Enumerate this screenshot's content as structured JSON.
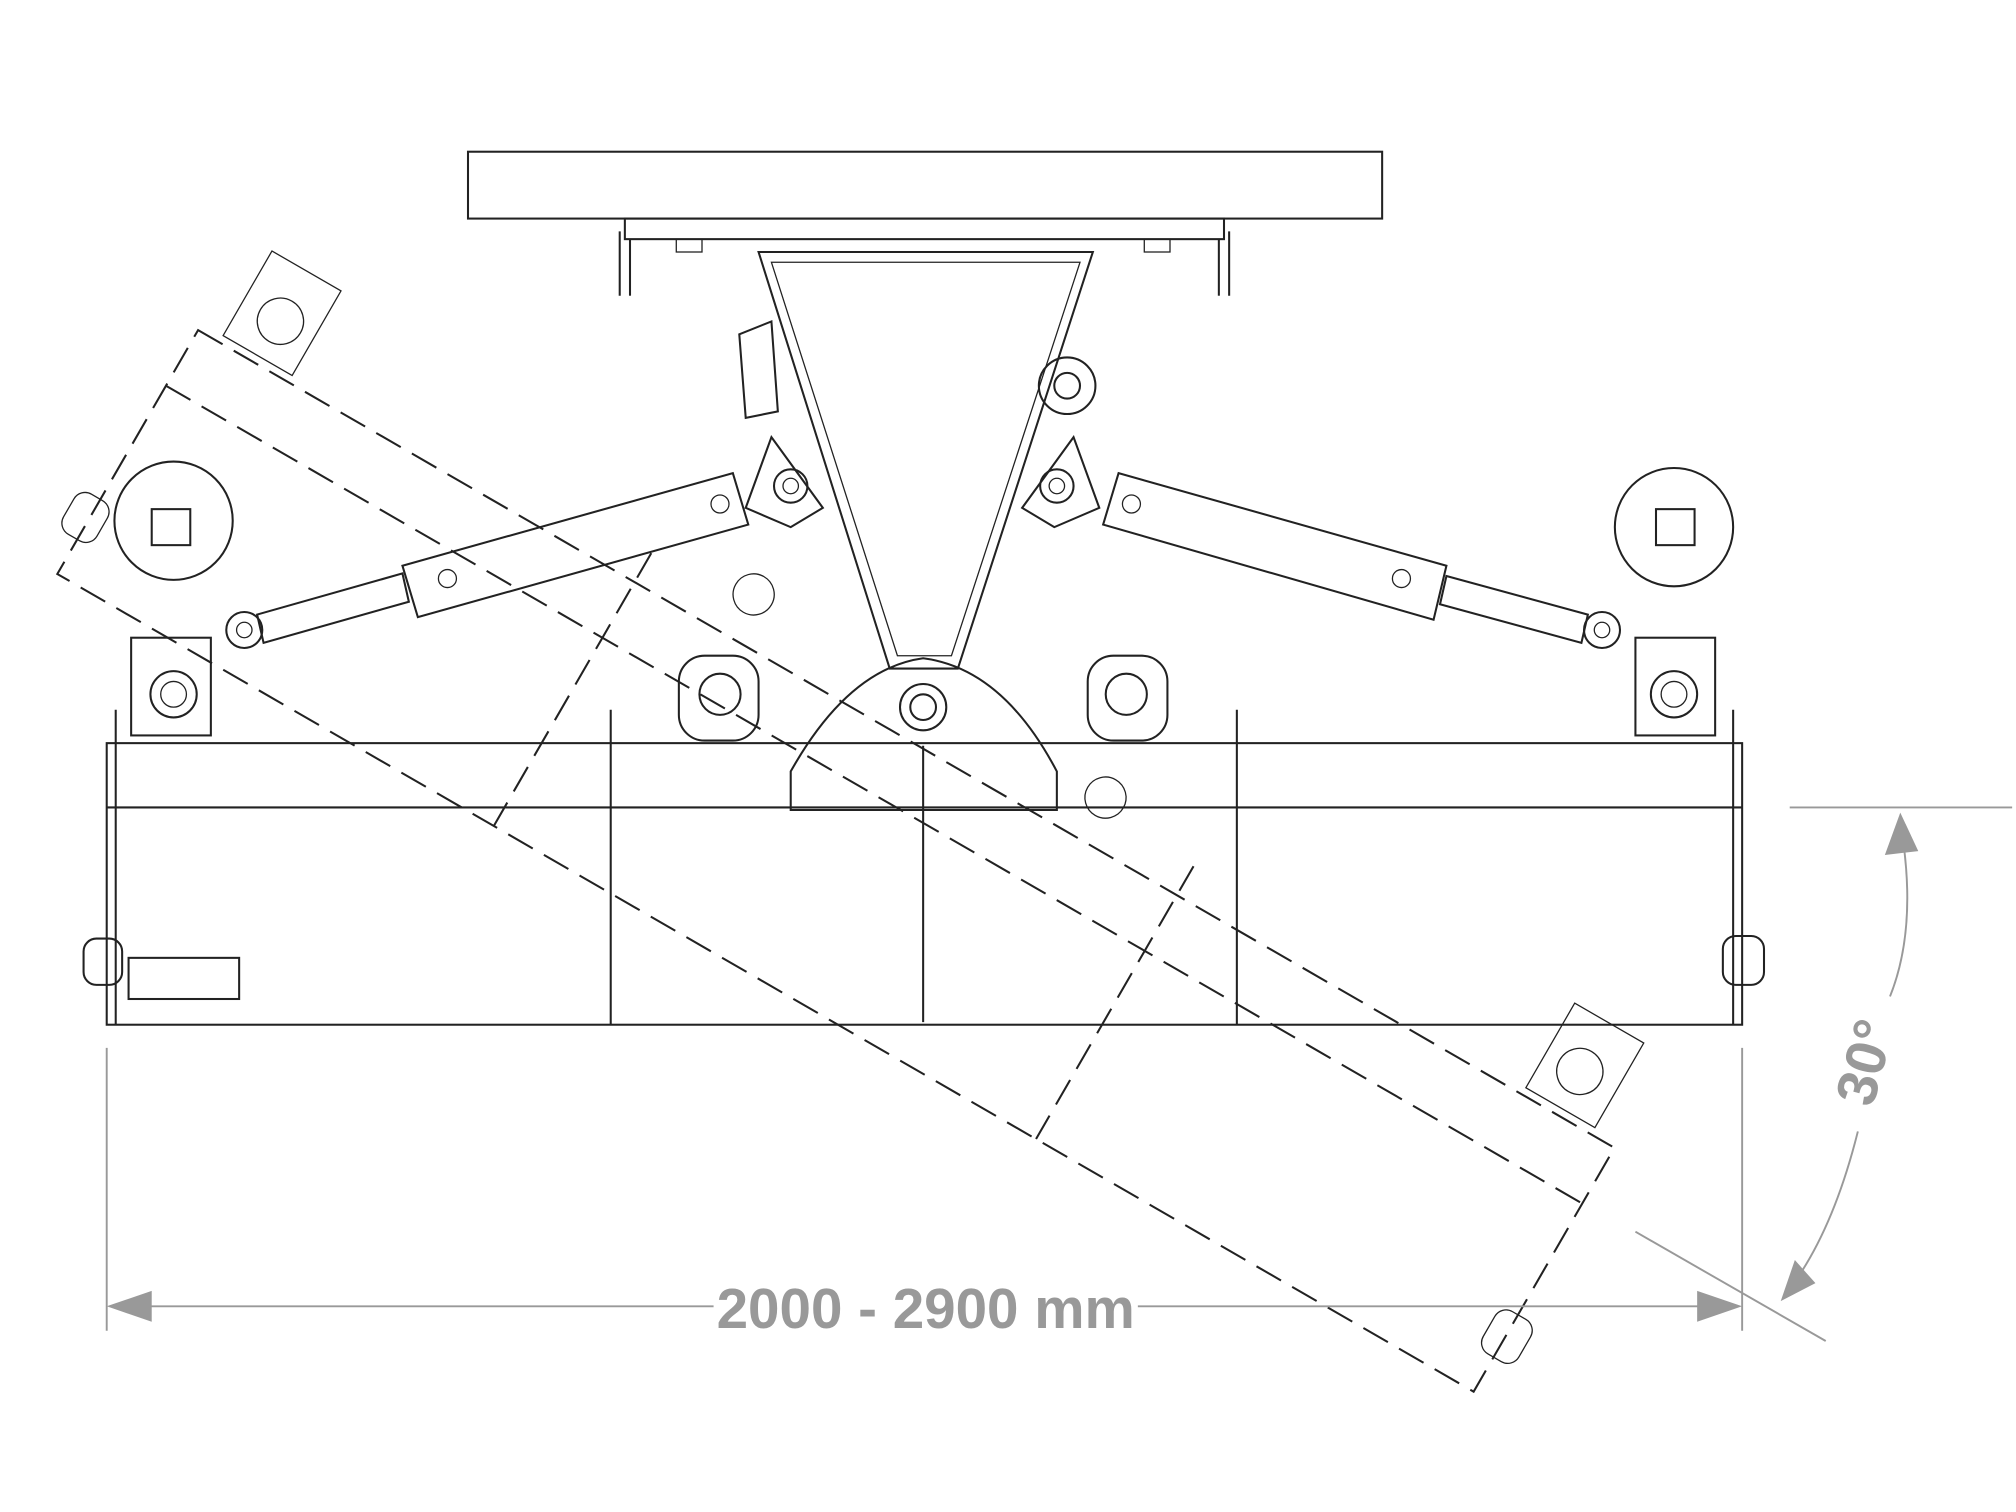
{
  "drawing": {
    "width_dimension": "2000 - 2900 mm",
    "angle_dimension": "30°",
    "tilt_angle_deg": 30,
    "colors": {
      "line": "#222222",
      "dimension": "#999999"
    }
  }
}
